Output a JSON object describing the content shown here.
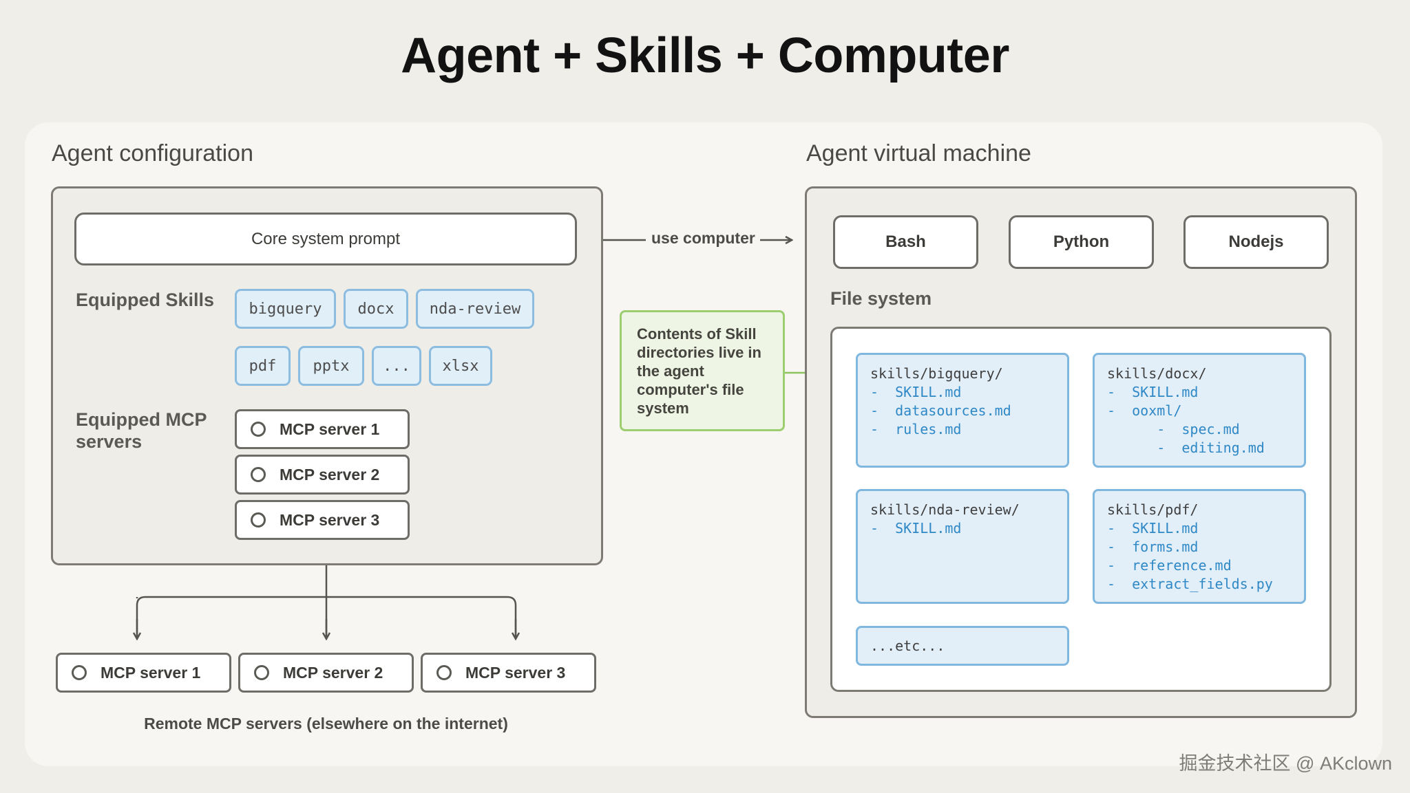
{
  "title": "Agent + Skills + Computer",
  "config": {
    "heading": "Agent configuration",
    "core_prompt": "Core system prompt",
    "skills_label": "Equipped Skills",
    "skills": [
      "bigquery",
      "docx",
      "nda-review",
      "pdf",
      "pptx",
      "...",
      "xlsx"
    ],
    "mcp_label": "Equipped MCP servers",
    "mcp_servers": [
      "MCP server 1",
      "MCP server 2",
      "MCP server 3"
    ]
  },
  "use_computer": "use computer",
  "note": "Contents of Skill directories live in the agent computer's file system",
  "remote": {
    "servers": [
      "MCP server 1",
      "MCP server 2",
      "MCP server 3"
    ],
    "caption": "Remote MCP servers (elsewhere on the internet)"
  },
  "vm": {
    "heading": "Agent virtual machine",
    "runtimes": [
      "Bash",
      "Python",
      "Nodejs"
    ],
    "fs_label": "File system",
    "dirs": [
      {
        "name": "skills/bigquery/",
        "entries": [
          "-  SKILL.md",
          "-  datasources.md",
          "-  rules.md"
        ]
      },
      {
        "name": "skills/docx/",
        "entries": [
          "-  SKILL.md",
          "-  ooxml/",
          "      -  spec.md",
          "      -  editing.md"
        ]
      },
      {
        "name": "skills/nda-review/",
        "entries": [
          "-  SKILL.md"
        ]
      },
      {
        "name": "skills/pdf/",
        "entries": [
          "-  SKILL.md",
          "-  forms.md",
          "-  reference.md",
          "-  extract_fields.py"
        ]
      }
    ],
    "etc": "...etc..."
  },
  "watermark": "掘金技术社区 @ AKclown",
  "colors": {
    "background": "#efeee9",
    "canvas": "#f7f6f2",
    "skill_blue": "#8cbde0",
    "entry_blue": "#2f88c6",
    "note_green": "#9ccd6e"
  }
}
